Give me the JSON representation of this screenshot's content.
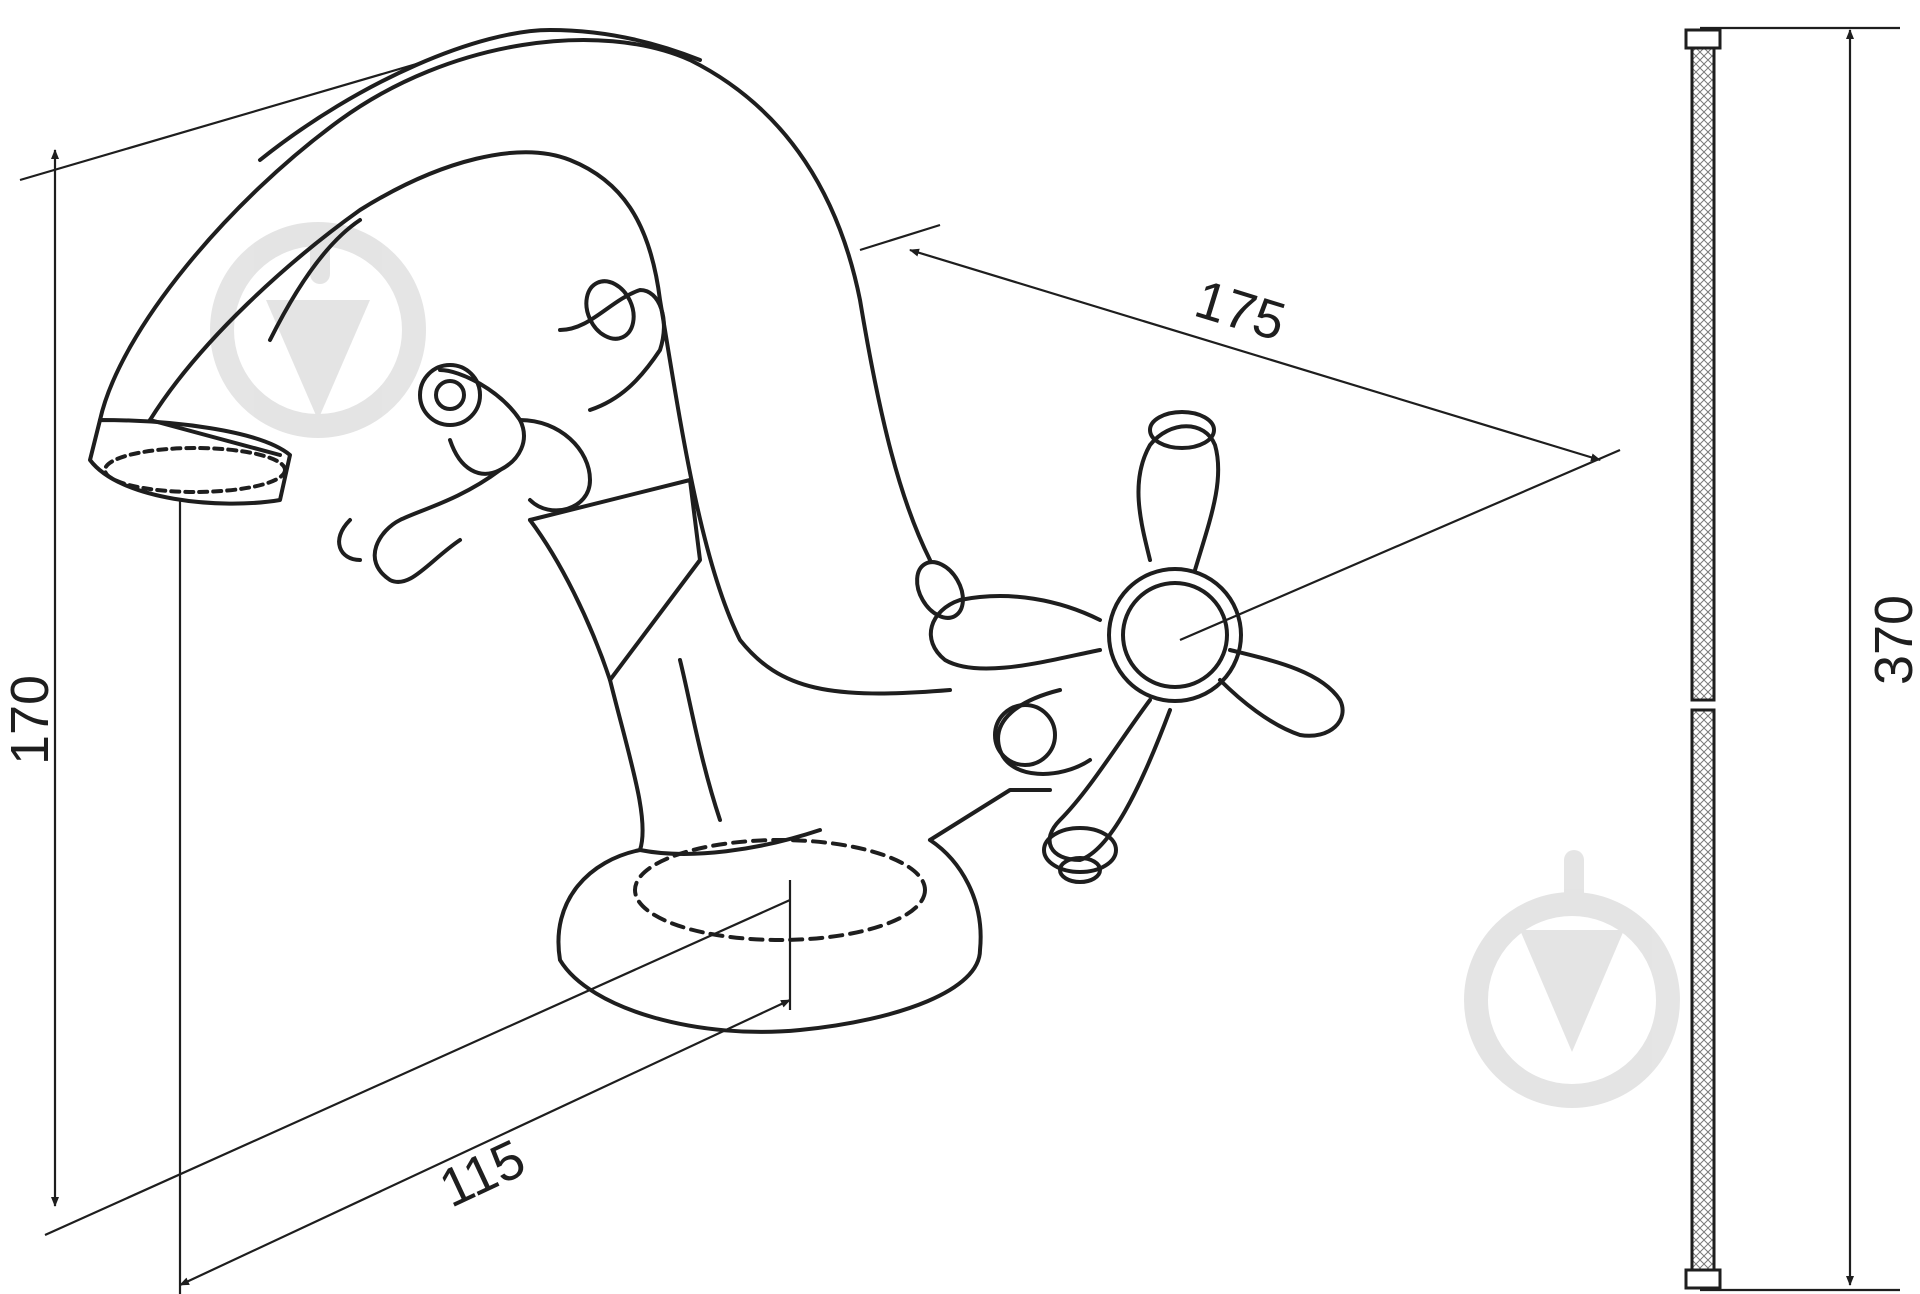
{
  "dimensions": {
    "height_faucet": "170",
    "depth_spout": "175",
    "reach_base": "115",
    "hose_length": "370"
  },
  "colors": {
    "stroke": "#1e1e1e",
    "background": "#ffffff",
    "watermark": "#e2e2e2"
  },
  "watermark_icon": "drop-arrow-icon"
}
